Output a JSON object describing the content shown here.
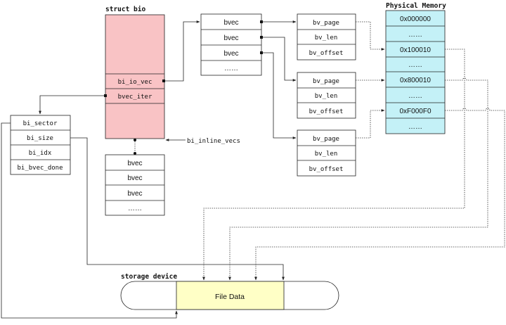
{
  "labels": {
    "struct_bio": "struct bio",
    "physical_memory": "Physical Memory",
    "storage_device": "storage device",
    "file_data": "File Data",
    "bi_inline_vecs": "bi_inline_vecs"
  },
  "bio": {
    "bi_io_vec": "bi_io_vec",
    "bvec_iter": "bvec_iter"
  },
  "bvec_iter_fields": [
    "bi_sector",
    "bi_size",
    "bi_idx",
    "bi_bvec_done"
  ],
  "inline_vecs": [
    "bvec",
    "bvec",
    "bvec",
    "……"
  ],
  "io_vecs": [
    "bvec",
    "bvec",
    "bvec",
    "……"
  ],
  "bv_fields": [
    "bv_page",
    "bv_len",
    "bv_offset"
  ],
  "physical_memory": [
    "0x000000",
    "……",
    "0x100010",
    "……",
    "0x800010",
    "……",
    "0xF000F0",
    "……"
  ],
  "colors": {
    "bio_fill": "#f9c3c5",
    "memory_fill": "#c4f1f7",
    "file_data_fill": "#ffffc6"
  }
}
